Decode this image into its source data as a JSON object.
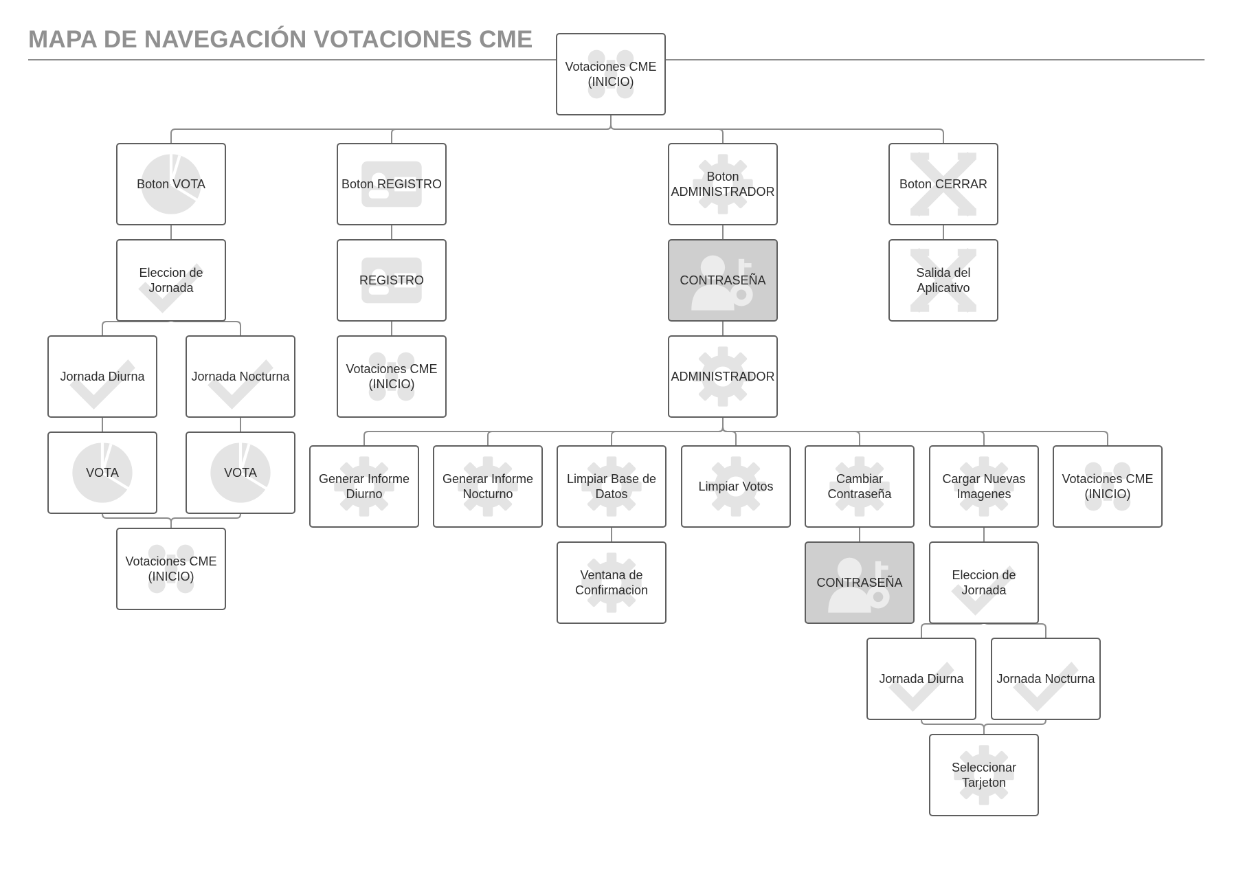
{
  "header": {
    "title": "MAPA DE NAVEGACIÓN VOTACIONES CME"
  },
  "nodes": [
    {
      "id": "root",
      "label": "Votaciones CME\n(INICIO)",
      "icon": "network-icon"
    },
    {
      "id": "vota-btn",
      "label": "Boton VOTA",
      "icon": "pie-chart-icon"
    },
    {
      "id": "registro-btn",
      "label": "Boton REGISTRO",
      "icon": "id-card-icon"
    },
    {
      "id": "admin-btn",
      "label": "Boton\nADMINISTRADOR",
      "icon": "gear-icon"
    },
    {
      "id": "cerrar-btn",
      "label": "Boton CERRAR",
      "icon": "close-x-icon"
    },
    {
      "id": "eleccion-1",
      "label": "Eleccion de\nJornada",
      "icon": "checkmark-icon"
    },
    {
      "id": "registro",
      "label": "REGISTRO",
      "icon": "id-card-icon"
    },
    {
      "id": "contrasena-1",
      "label": "CONTRASEÑA",
      "icon": "user-key-icon",
      "dark": true
    },
    {
      "id": "salida",
      "label": "Salida del\nAplicativo",
      "icon": "close-x-icon"
    },
    {
      "id": "diurna-1",
      "label": "Jornada Diurna",
      "icon": "checkmark-icon"
    },
    {
      "id": "nocturna-1",
      "label": "Jornada Nocturna",
      "icon": "checkmark-icon"
    },
    {
      "id": "inicio-registro",
      "label": "Votaciones CME\n(INICIO)",
      "icon": "network-icon"
    },
    {
      "id": "administrador",
      "label": "ADMINISTRADOR",
      "icon": "gear-icon"
    },
    {
      "id": "vota-1",
      "label": "VOTA",
      "icon": "pie-chart-icon"
    },
    {
      "id": "vota-2",
      "label": "VOTA",
      "icon": "pie-chart-icon"
    },
    {
      "id": "inicio-vota",
      "label": "Votaciones CME\n(INICIO)",
      "icon": "network-icon"
    },
    {
      "id": "informe-diurno",
      "label": "Generar Informe\nDiurno",
      "icon": "gear-icon"
    },
    {
      "id": "informe-nocturno",
      "label": "Generar Informe\nNocturno",
      "icon": "gear-icon"
    },
    {
      "id": "limpiar-bd",
      "label": "Limpiar Base de\nDatos",
      "icon": "gear-icon"
    },
    {
      "id": "limpiar-votos",
      "label": "Limpiar Votos",
      "icon": "gear-icon"
    },
    {
      "id": "cambiar-pass",
      "label": "Cambiar\nContraseña",
      "icon": "gear-icon"
    },
    {
      "id": "cargar-imagenes",
      "label": "Cargar Nuevas\nImagenes",
      "icon": "gear-icon"
    },
    {
      "id": "inicio-admin",
      "label": "Votaciones CME\n(INICIO)",
      "icon": "network-icon"
    },
    {
      "id": "ventana-conf",
      "label": "Ventana de\nConfirmacion",
      "icon": "gear-icon"
    },
    {
      "id": "contrasena-2",
      "label": "CONTRASEÑA",
      "icon": "user-key-icon",
      "dark": true
    },
    {
      "id": "eleccion-2",
      "label": "Eleccion de\nJornada",
      "icon": "checkmark-icon"
    },
    {
      "id": "diurna-2",
      "label": "Jornada Diurna",
      "icon": "checkmark-icon"
    },
    {
      "id": "nocturna-2",
      "label": "Jornada Nocturna",
      "icon": "checkmark-icon"
    },
    {
      "id": "seleccionar",
      "label": "Seleccionar\nTarjeton",
      "icon": "gear-icon"
    }
  ],
  "edges": [
    [
      "root",
      "vota-btn"
    ],
    [
      "root",
      "registro-btn"
    ],
    [
      "root",
      "admin-btn"
    ],
    [
      "root",
      "cerrar-btn"
    ],
    [
      "vota-btn",
      "eleccion-1"
    ],
    [
      "eleccion-1",
      "diurna-1"
    ],
    [
      "eleccion-1",
      "nocturna-1"
    ],
    [
      "diurna-1",
      "vota-1"
    ],
    [
      "nocturna-1",
      "vota-2"
    ],
    [
      "vota-1",
      "inicio-vota"
    ],
    [
      "vota-2",
      "inicio-vota"
    ],
    [
      "registro-btn",
      "registro"
    ],
    [
      "registro",
      "inicio-registro"
    ],
    [
      "admin-btn",
      "contrasena-1"
    ],
    [
      "contrasena-1",
      "administrador"
    ],
    [
      "administrador",
      "informe-diurno"
    ],
    [
      "administrador",
      "informe-nocturno"
    ],
    [
      "administrador",
      "limpiar-bd"
    ],
    [
      "administrador",
      "limpiar-votos"
    ],
    [
      "administrador",
      "cambiar-pass"
    ],
    [
      "administrador",
      "cargar-imagenes"
    ],
    [
      "administrador",
      "inicio-admin"
    ],
    [
      "limpiar-bd",
      "ventana-conf"
    ],
    [
      "cambiar-pass",
      "contrasena-2"
    ],
    [
      "cargar-imagenes",
      "eleccion-2"
    ],
    [
      "eleccion-2",
      "diurna-2"
    ],
    [
      "eleccion-2",
      "nocturna-2"
    ],
    [
      "diurna-2",
      "seleccionar"
    ],
    [
      "nocturna-2",
      "seleccionar"
    ],
    [
      "cerrar-btn",
      "salida"
    ]
  ],
  "colors": {
    "border": "#5e5e5e",
    "connector": "#8c8c8c",
    "highlight_fill": "#cfcfcf",
    "icon_watermark": "#e6e6e6",
    "title": "#909090"
  }
}
